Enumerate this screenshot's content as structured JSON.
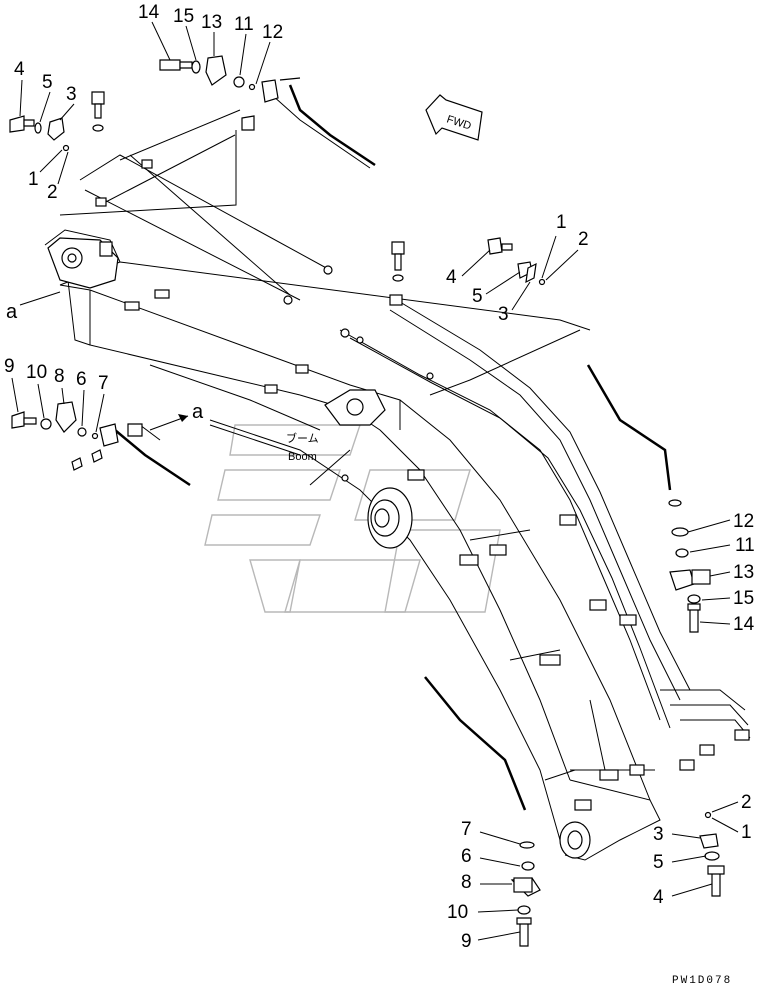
{
  "diagram": {
    "boom_label_jp": "ブーム",
    "boom_label_en": "Boom",
    "direction_label": "FWD",
    "view_marker": "a",
    "drawing_code": "PW1D078"
  },
  "callouts": {
    "top_bracket": [
      "14",
      "15",
      "13",
      "11",
      "12"
    ],
    "left_bolt_group": [
      "4",
      "5",
      "3",
      "1",
      "2"
    ],
    "center_bolt_group": [
      "4",
      "5",
      "3",
      "1",
      "2"
    ],
    "left_clamp_group": [
      "9",
      "10",
      "8",
      "6",
      "7"
    ],
    "right_clamp_group": [
      "12",
      "11",
      "13",
      "15",
      "14"
    ],
    "bottom_center_group": [
      "7",
      "6",
      "8",
      "10",
      "9"
    ],
    "bottom_right_group": [
      "2",
      "3",
      "1",
      "5",
      "4"
    ]
  }
}
